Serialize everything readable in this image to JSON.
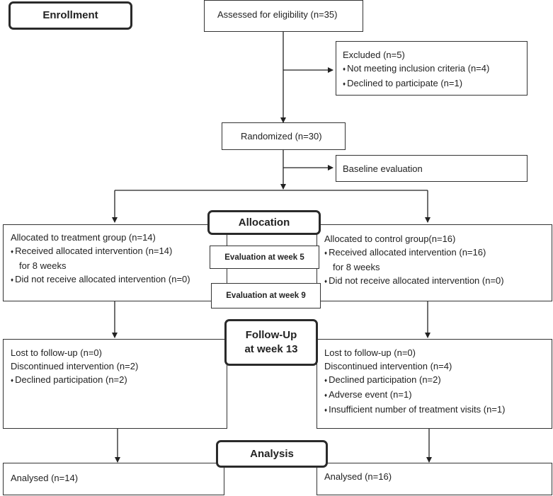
{
  "stages": {
    "enrollment": "Enrollment",
    "allocation": "Allocation",
    "followup_line1": "Follow-Up",
    "followup_line2": "at week 13",
    "analysis": "Analysis"
  },
  "assessed": "Assessed for eligibility (n=35)",
  "excluded": {
    "title": "Excluded (n=5)",
    "items": [
      "Not meeting inclusion criteria (n=4)",
      "Declined to participate (n=1)"
    ]
  },
  "randomized": "Randomized (n=30)",
  "baseline": "Baseline evaluation",
  "evaluations": [
    "Evaluation at week 5",
    "Evaluation at week 9"
  ],
  "treatment": {
    "allocated": "Allocated to treatment group (n=14)",
    "received": "Received allocated intervention (n=14)",
    "received_cont": "for 8 weeks",
    "not_received": "Did not receive allocated intervention (n=0)",
    "lost": "Lost to follow-up (n=0)",
    "discontinued": "Discontinued intervention (n=2)",
    "reasons": [
      "Declined participation (n=2)"
    ],
    "analysed": "Analysed (n=14)"
  },
  "control": {
    "allocated": "Allocated to control group(n=16)",
    "received": "Received allocated intervention (n=16)",
    "received_cont": "for 8 weeks",
    "not_received": "Did not receive allocated intervention (n=0)",
    "lost": "Lost to follow-up (n=0)",
    "discontinued": "Discontinued intervention (n=4)",
    "reasons": [
      "Declined participation (n=2)",
      "Adverse event (n=1)",
      "Insufficient number of treatment visits (n=1)"
    ],
    "analysed": "Analysed (n=16)"
  }
}
